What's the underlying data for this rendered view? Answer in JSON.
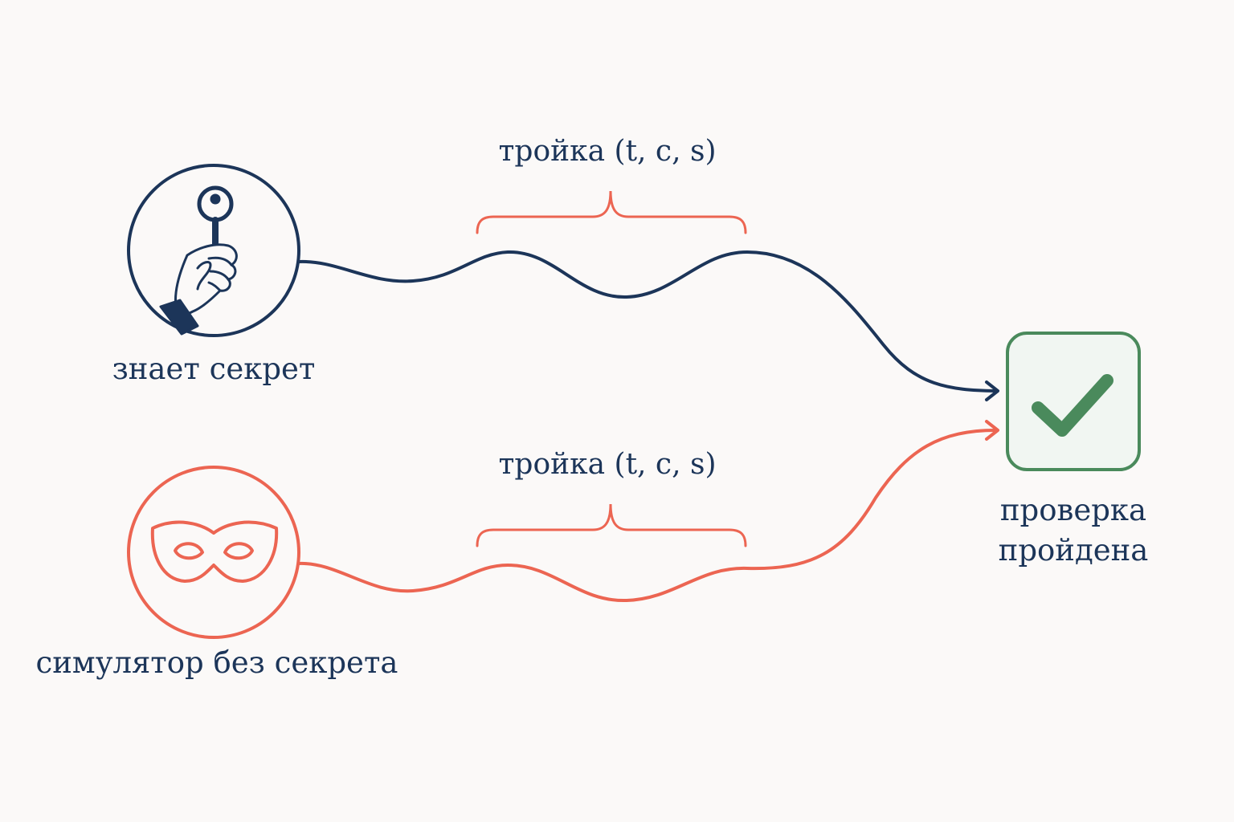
{
  "colors": {
    "background": "#fbf9f8",
    "navy": "#1c3559",
    "coral": "#ec6552",
    "green": "#4a8a5c",
    "green_fill": "#f1f6f2"
  },
  "prover": {
    "label": "знает секрет",
    "icon": "hand-holding-key-icon"
  },
  "simulator": {
    "label": "симулятор без секрета",
    "icon": "mask-icon"
  },
  "top_path": {
    "tuple_label": "тройка (t, c, s)"
  },
  "bottom_path": {
    "tuple_label": "тройка (t, c, s)"
  },
  "verifier": {
    "label_line1": "проверка",
    "label_line2": "пройдена",
    "icon": "checkmark-icon"
  }
}
